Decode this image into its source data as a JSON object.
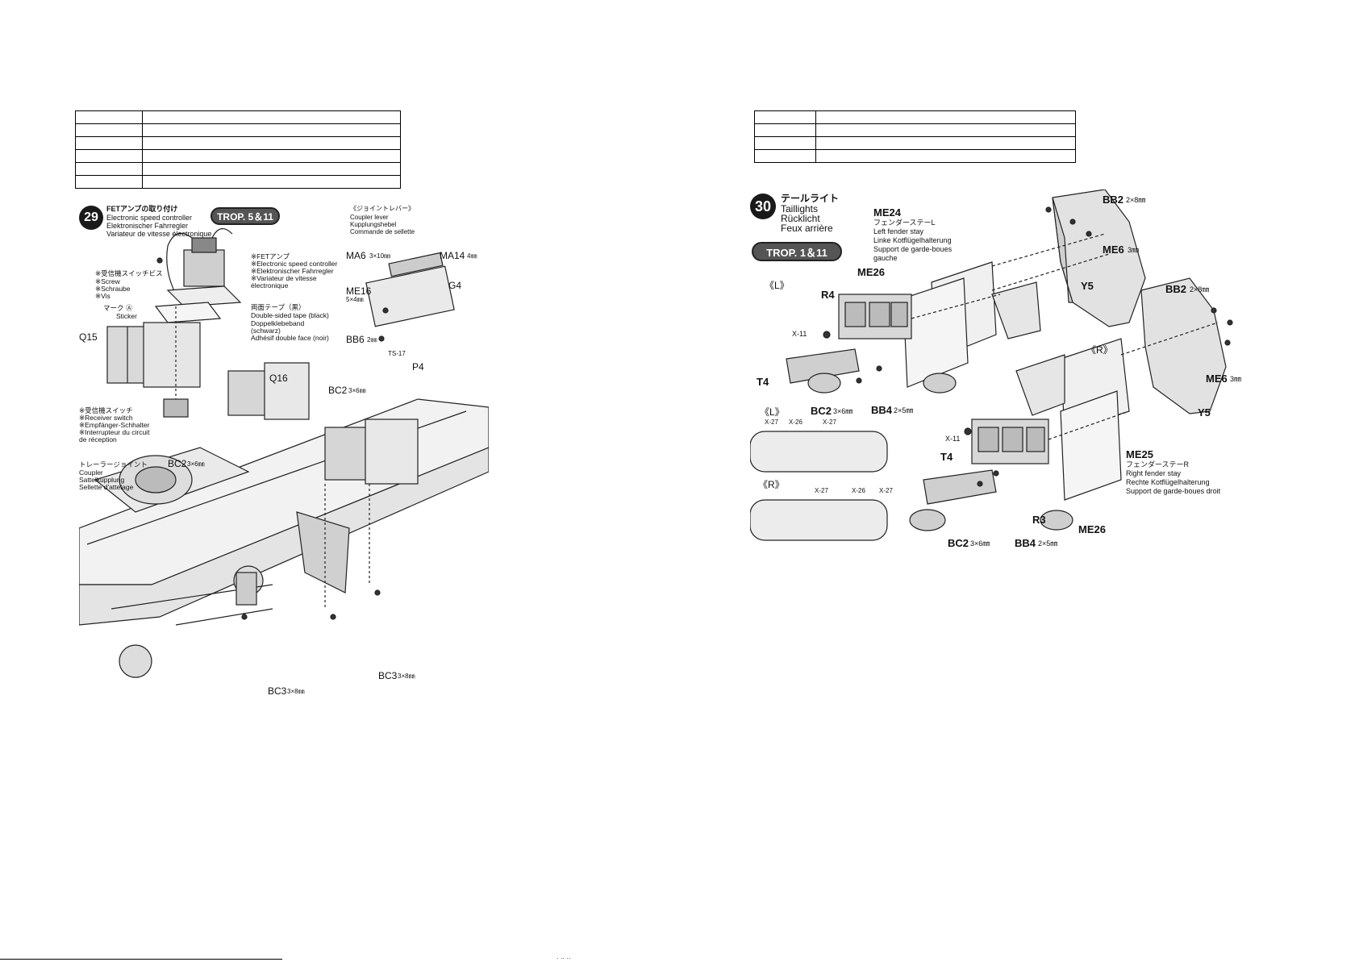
{
  "left": {
    "step29": {
      "number": "29",
      "title_lines": [
        "FETアンプの取り付け",
        "Electronic speed controller",
        "Elektronischer Fahrregler",
        "Variateur de vitesse électronique"
      ],
      "badge": "TROP. 5＆11",
      "coupler_lever": [
        "《ジョイントレバー》",
        "Coupler lever",
        "Kupplungshebel",
        "Commande de sellette"
      ],
      "esc_label": [
        "※FETアンプ",
        "※Electronic speed controller",
        "※Elektronischer Fahrregler",
        "※Variateur de vitesse",
        "électronique"
      ],
      "screw_label": [
        "※受信機スイッチビス",
        "※Screw",
        "※Schraube",
        "※Vis"
      ],
      "sticker_label": [
        "マーク Ⓐ",
        "Sticker"
      ],
      "tape_label": [
        "両面テープ（黒）",
        "Double-sided tape (black)",
        "Doppelklebeband",
        "(schwarz)",
        "Adhésif double face (noir)"
      ],
      "switch_label": [
        "※受信機スイッチ",
        "※Receiver switch",
        "※Empfänger-Schhalter",
        "※Interrupteur du circuit",
        "de réception"
      ],
      "coupler_label": [
        "トレーラージョイント",
        "Coupler",
        "Sattelkupplung",
        "Sellette d'attelage"
      ],
      "parts": {
        "q15": "Q15",
        "q16": "Q16",
        "bc2_top": "BC2",
        "bc2_top_size": "3×6㎜",
        "bc2_left": "BC2",
        "bc2_left_size": "3×6㎜",
        "ma6": "MA6",
        "ma6_size": "3×10㎜",
        "ma14": "MA14",
        "ma14_size": "4㎜",
        "me16": "ME16",
        "me16_size": "5×4㎜",
        "g4": "G4",
        "bb6": "BB6",
        "bb6_size": "2㎜",
        "ts17": "TS-17",
        "p4": "P4",
        "bc3_left": "BC3",
        "bc3_left_size": "3×8㎜",
        "bc3_right": "BC3",
        "bc3_right_size": "3×8㎜"
      }
    }
  },
  "right": {
    "step30": {
      "number": "30",
      "title_lines": [
        "テールライト",
        "Taillights",
        "Rücklicht",
        "Feux arrière"
      ],
      "badge": "TROP. 1＆11",
      "me24": [
        "ME24",
        "フェンダーステーL",
        "Left fender stay",
        "Linke Kotflügelhalterung",
        "Support de garde-boues",
        "gauche"
      ],
      "me25": [
        "ME25",
        "フェンダーステーR",
        "Right fender stay",
        "Rechte Kotflügelhalterung",
        "Support de garde-boues droit"
      ],
      "parts": {
        "bb2_top": "BB2",
        "bb2_top_size": "2×8㎜",
        "me6_top": "ME6",
        "me6_top_size": "3㎜",
        "y5_top": "Y5",
        "me26_top": "ME26",
        "side_l": "《L》",
        "r4": "R4",
        "x11_top": "X-11",
        "t4_top": "T4",
        "side_l2": "《L》",
        "bc2_top": "BC2",
        "bc2_top_size": "3×6㎜",
        "bb4_top": "BB4",
        "bb4_top_size": "2×5㎜",
        "bb2_right": "BB2",
        "bb2_right_size": "2×8㎜",
        "side_r": "《R》",
        "me6_right": "ME6",
        "me6_right_size": "3㎜",
        "y5_right": "Y5",
        "x11_bottom": "X-11",
        "t4_bottom": "T4",
        "r3": "R3",
        "me26_bottom": "ME26",
        "bc2_bottom": "BC2",
        "bc2_bottom_size": "3×6㎜",
        "bb4_bottom": "BB4",
        "bb4_bottom_size": "2×5㎜",
        "side_r2": "《R》",
        "lens_l": [
          "X-27",
          "X-26",
          "X-27"
        ],
        "lens_r": [
          "X-27",
          "X-26",
          "X-27"
        ]
      }
    }
  },
  "footer_mark": "· ·· ··"
}
